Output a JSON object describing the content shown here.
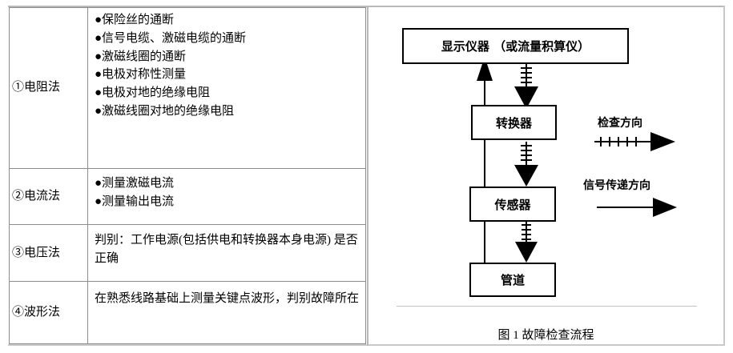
{
  "table": {
    "rows": [
      {
        "method": "①电阻法",
        "items": [
          "●保险丝的通断",
          "●信号电缆、激磁电缆的通断",
          "●激磁线圈的通断",
          "●电极对称性测量",
          "●电极对地的绝缘电阻",
          "●激磁线圈对地的绝缘电阻"
        ],
        "paragraph": ""
      },
      {
        "method": "②电流法",
        "items": [
          "●测量激磁电流",
          "●测量输出电流"
        ],
        "paragraph": ""
      },
      {
        "method": "③电压法",
        "items": [],
        "paragraph": "判别：工作电源(包括供电和转换器本身电源) 是否正确"
      },
      {
        "method": "④波形法",
        "items": [],
        "paragraph": "在熟悉线路基础上测量关键点波形，判别故障所在"
      }
    ]
  },
  "figure": {
    "caption": "图 1  故障检查流程",
    "boxes": [
      {
        "label": "显示仪器 （或流量积算仪）"
      },
      {
        "label": "转换器"
      },
      {
        "label": "传感器"
      },
      {
        "label": "管道"
      }
    ],
    "legend": [
      {
        "label": "检查方向",
        "style": "hatched-arrow"
      },
      {
        "label": "信号传递方向",
        "style": "plain-arrow"
      }
    ]
  },
  "colors": {
    "line": "#000000",
    "table_border": "#8d8d8d",
    "page_rule": "#b9b9b9",
    "background": "#ffffff"
  }
}
